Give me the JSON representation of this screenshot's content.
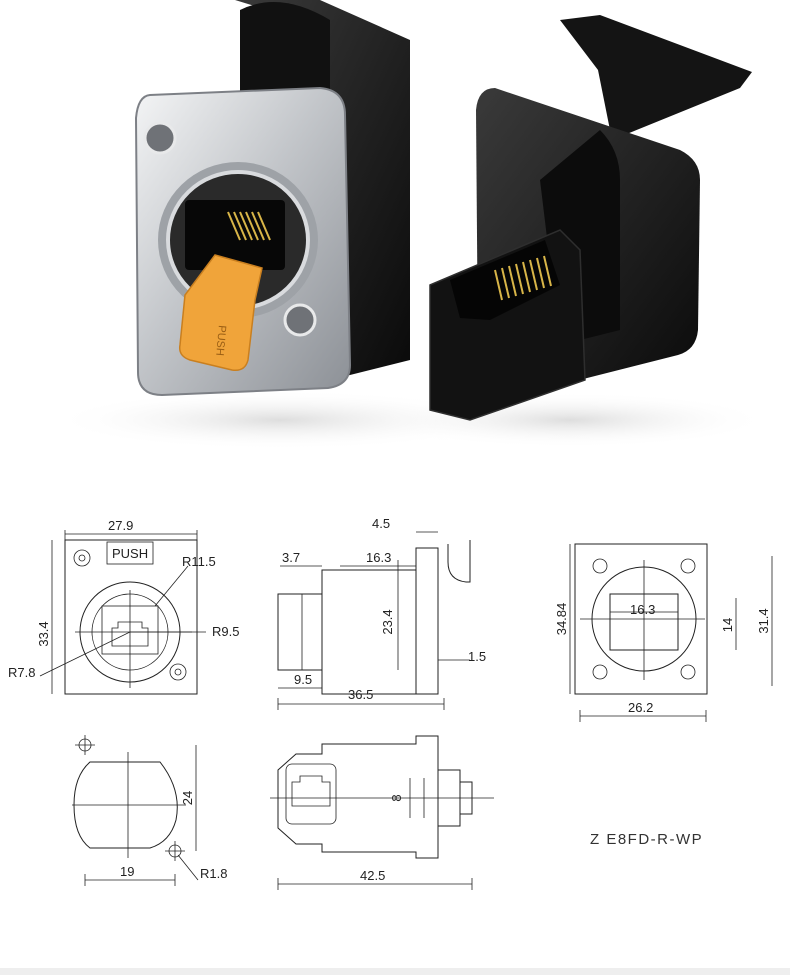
{
  "product": {
    "model_code": "Z E8FD-R-WP",
    "latch_label": "PUSH"
  },
  "front_view": {
    "width": "27.9",
    "height": "33.4",
    "push_label": "PUSH",
    "radius_outer": "R11.5",
    "radius_inner": "R9.5",
    "radius_hole": "R7.8"
  },
  "side_view": {
    "flange": "4.5",
    "step": "3.7",
    "body": "16.3",
    "height": "23.4",
    "thickness": "1.5",
    "plug": "9.5",
    "total": "36.5"
  },
  "rear_view": {
    "height": "34.84",
    "window": "16.3",
    "inner": "14",
    "outer": "31.4",
    "width": "26.2"
  },
  "cutout_view": {
    "height": "24",
    "width": "19",
    "radius": "R1.8"
  },
  "bottom_view": {
    "pin": "8",
    "total": "42.5"
  },
  "colors": {
    "latch": "#f0a43a",
    "body": "#1a1a1a",
    "metal": "#c9ccd0"
  }
}
